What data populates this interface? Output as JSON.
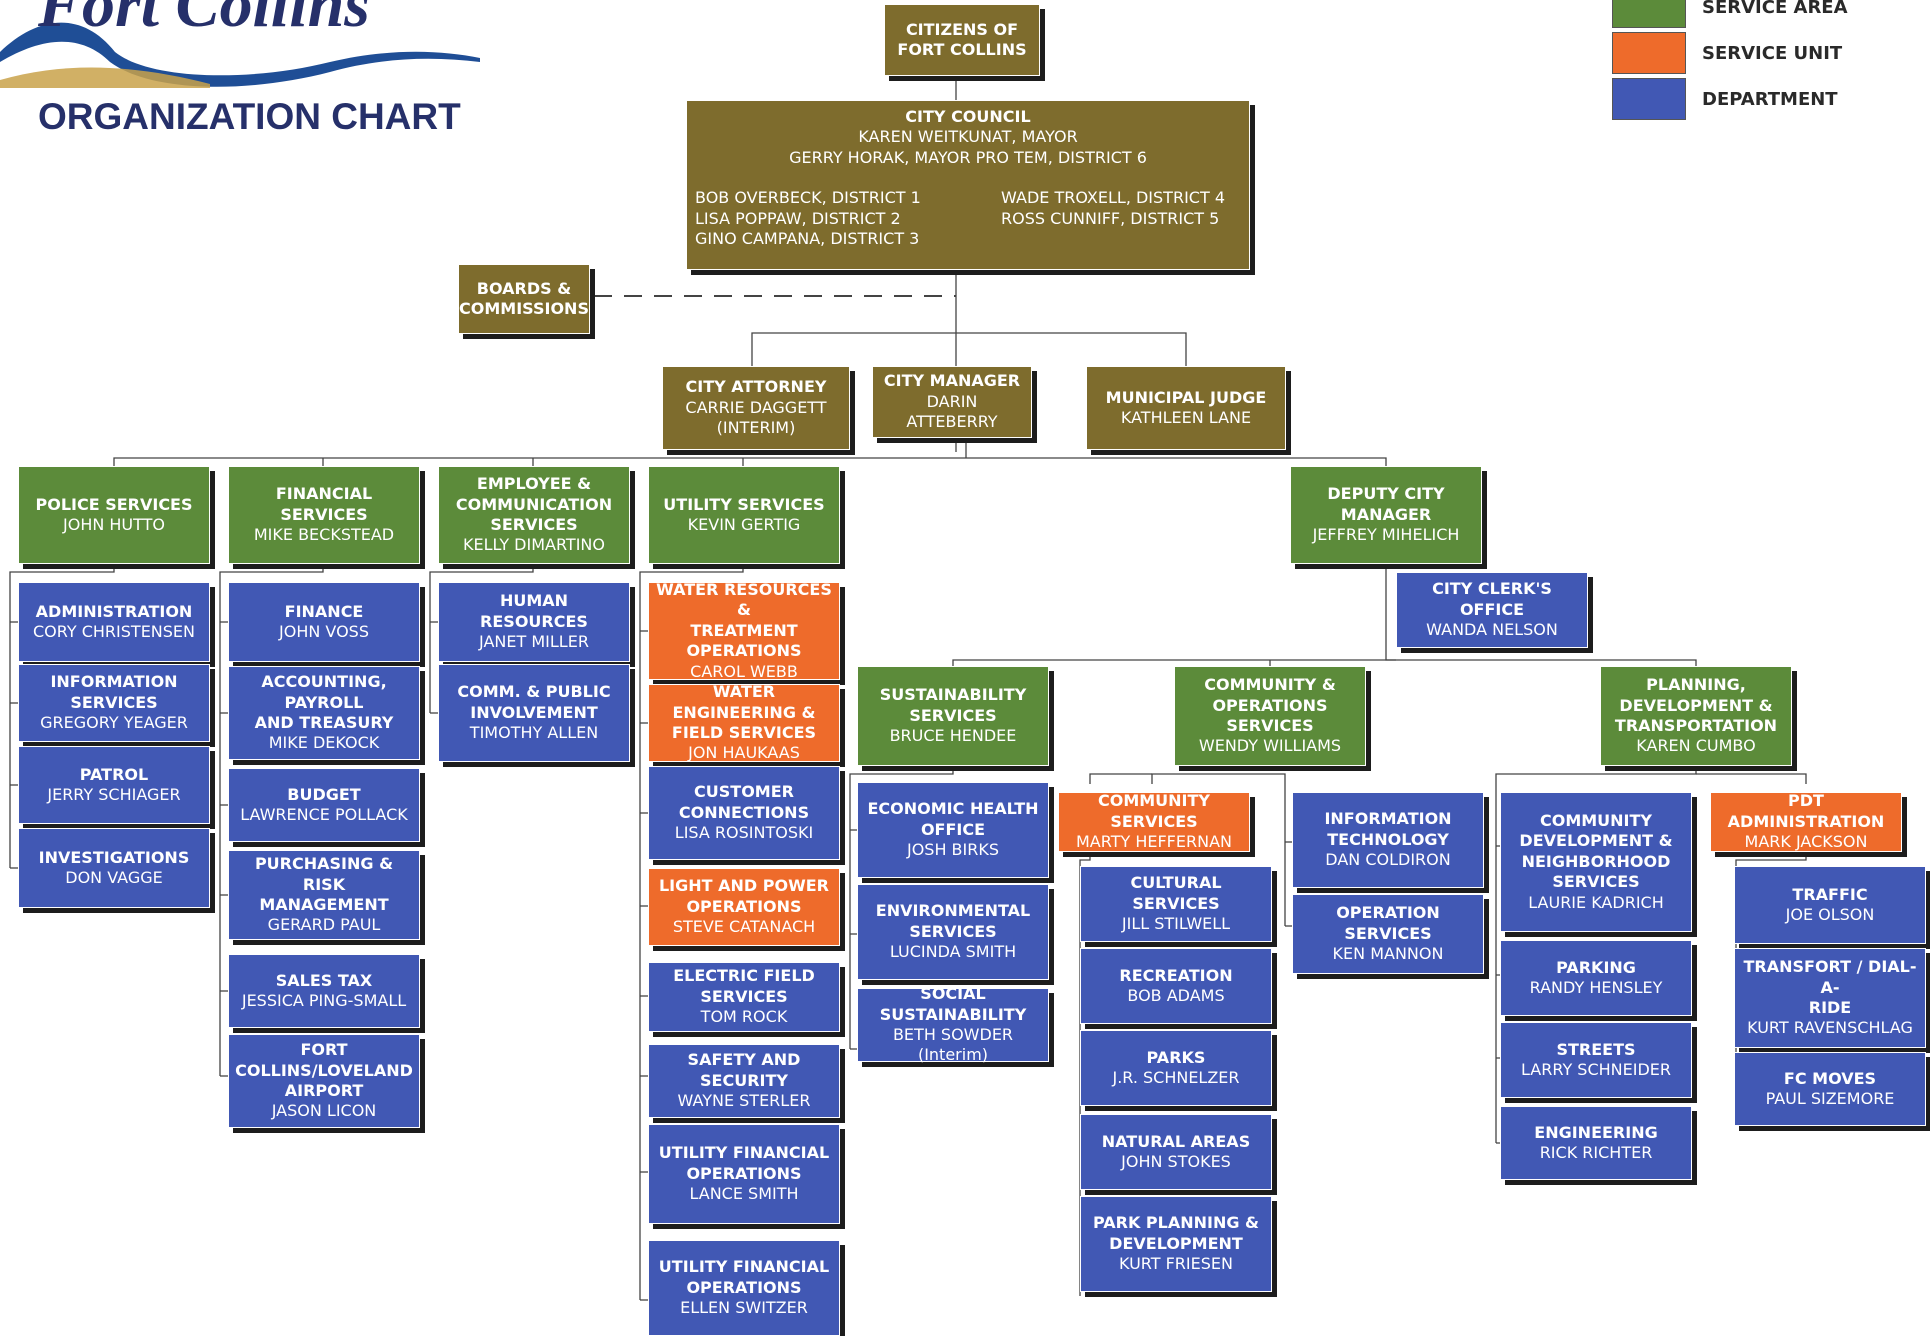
{
  "header": {
    "logo_text": "Fort Collins",
    "title": "ORGANIZATION CHART"
  },
  "legend": [
    {
      "label": "SERVICE AREA",
      "color": "#5c8b3a"
    },
    {
      "label": "SERVICE UNIT",
      "color": "#ee6b2b"
    },
    {
      "label": "DEPARTMENT",
      "color": "#4158b4"
    }
  ],
  "colors": {
    "governance": "#7e6c2d",
    "service_area": "#5c8b3a",
    "service_unit": "#ee6b2b",
    "department": "#4158b4"
  },
  "council": {
    "title": "CITY COUNCIL",
    "mayor": "KAREN WEITKUNAT, MAYOR",
    "pro_tem": "GERRY HORAK, MAYOR PRO TEM, DISTRICT 6",
    "members_left": [
      "BOB OVERBECK, DISTRICT 1",
      "LISA POPPAW, DISTRICT 2",
      "GINO CAMPANA, DISTRICT 3"
    ],
    "members_right": [
      "WADE TROXELL, DISTRICT 4",
      "ROSS CUNNIFF, DISTRICT 5"
    ]
  },
  "nodes": {
    "citizens": {
      "title": [
        "CITIZENS OF",
        "FORT COLLINS"
      ],
      "lines": []
    },
    "boards": {
      "title": [
        "BOARDS &",
        "COMMISSIONS"
      ],
      "lines": []
    },
    "attorney": {
      "title": [
        "CITY ATTORNEY"
      ],
      "lines": [
        "CARRIE DAGGETT",
        "(INTERIM)"
      ]
    },
    "manager": {
      "title": [
        "CITY MANAGER"
      ],
      "lines": [
        "DARIN ATTEBERRY"
      ]
    },
    "judge": {
      "title": [
        "MUNICIPAL JUDGE"
      ],
      "lines": [
        "KATHLEEN LANE"
      ]
    },
    "police": {
      "title": [
        "POLICE SERVICES"
      ],
      "lines": [
        "JOHN HUTTO"
      ]
    },
    "financial": {
      "title": [
        "FINANCIAL SERVICES"
      ],
      "lines": [
        "MIKE BECKSTEAD"
      ]
    },
    "employee": {
      "title": [
        "EMPLOYEE &",
        "COMMUNICATION",
        "SERVICES"
      ],
      "lines": [
        "KELLY DIMARTINO"
      ]
    },
    "utility": {
      "title": [
        "UTILITY SERVICES"
      ],
      "lines": [
        "KEVIN GERTIG"
      ]
    },
    "deputy": {
      "title": [
        "DEPUTY CITY MANAGER"
      ],
      "lines": [
        "JEFFREY MIHELICH"
      ]
    },
    "admin": {
      "title": [
        "ADMINISTRATION"
      ],
      "lines": [
        "CORY CHRISTENSEN"
      ]
    },
    "infoserv": {
      "title": [
        "INFORMATION SERVICES"
      ],
      "lines": [
        "GREGORY YEAGER"
      ]
    },
    "patrol": {
      "title": [
        "PATROL"
      ],
      "lines": [
        "JERRY SCHIAGER"
      ]
    },
    "invest": {
      "title": [
        "INVESTIGATIONS"
      ],
      "lines": [
        "DON VAGGE"
      ]
    },
    "finance": {
      "title": [
        "FINANCE"
      ],
      "lines": [
        "JOHN VOSS"
      ]
    },
    "accounting": {
      "title": [
        "ACCOUNTING, PAYROLL",
        "AND TREASURY"
      ],
      "lines": [
        "MIKE DEKOCK"
      ]
    },
    "budget": {
      "title": [
        "BUDGET"
      ],
      "lines": [
        "LAWRENCE POLLACK"
      ]
    },
    "purchasing": {
      "title": [
        "PURCHASING & RISK",
        "MANAGEMENT"
      ],
      "lines": [
        "GERARD PAUL"
      ]
    },
    "salestax": {
      "title": [
        "SALES TAX"
      ],
      "lines": [
        "JESSICA PING-SMALL"
      ]
    },
    "airport": {
      "title": [
        "FORT COLLINS/LOVELAND",
        "AIRPORT"
      ],
      "lines": [
        "JASON LICON"
      ]
    },
    "hr": {
      "title": [
        "HUMAN RESOURCES"
      ],
      "lines": [
        "JANET MILLER"
      ]
    },
    "comm": {
      "title": [
        "COMM. & PUBLIC",
        "INVOLVEMENT"
      ],
      "lines": [
        "TIMOTHY ALLEN"
      ]
    },
    "water": {
      "title": [
        "WATER RESOURCES &",
        "TREATMENT",
        "OPERATIONS"
      ],
      "lines": [
        "CAROL WEBB"
      ]
    },
    "watereng": {
      "title": [
        "WATER ENGINEERING &",
        "FIELD SERVICES"
      ],
      "lines": [
        "JON HAUKAAS"
      ]
    },
    "customer": {
      "title": [
        "CUSTOMER",
        "CONNECTIONS"
      ],
      "lines": [
        "LISA ROSINTOSKI"
      ]
    },
    "lightpower": {
      "title": [
        "LIGHT AND POWER",
        "OPERATIONS"
      ],
      "lines": [
        "STEVE CATANACH"
      ]
    },
    "electric": {
      "title": [
        "ELECTRIC FIELD SERVICES"
      ],
      "lines": [
        "TOM ROCK"
      ]
    },
    "safety": {
      "title": [
        "SAFETY AND SECURITY"
      ],
      "lines": [
        "WAYNE STERLER"
      ]
    },
    "ufo1": {
      "title": [
        "UTILITY FINANCIAL",
        "OPERATIONS"
      ],
      "lines": [
        "LANCE SMITH"
      ]
    },
    "ufo2": {
      "title": [
        "UTILITY FINANCIAL",
        "OPERATIONS"
      ],
      "lines": [
        "ELLEN SWITZER"
      ]
    },
    "clerk": {
      "title": [
        "CITY CLERK'S OFFICE"
      ],
      "lines": [
        "WANDA NELSON"
      ]
    },
    "sustain": {
      "title": [
        "SUSTAINABILITY",
        "SERVICES"
      ],
      "lines": [
        "BRUCE HENDEE"
      ]
    },
    "commops": {
      "title": [
        "COMMUNITY &",
        "OPERATIONS SERVICES"
      ],
      "lines": [
        "WENDY WILLIAMS"
      ]
    },
    "planning": {
      "title": [
        "PLANNING,",
        "DEVELOPMENT &",
        "TRANSPORTATION"
      ],
      "lines": [
        "KAREN CUMBO"
      ]
    },
    "econ": {
      "title": [
        "ECONOMIC HEALTH",
        "OFFICE"
      ],
      "lines": [
        "JOSH BIRKS"
      ]
    },
    "env": {
      "title": [
        "ENVIRONMENTAL",
        "SERVICES"
      ],
      "lines": [
        "LUCINDA SMITH"
      ]
    },
    "social": {
      "title": [
        "SOCIAL SUSTAINABILITY"
      ],
      "lines": [
        "BETH SOWDER",
        "(Interim)"
      ]
    },
    "commserv": {
      "title": [
        "COMMUNITY SERVICES"
      ],
      "lines": [
        "MARTY HEFFERNAN"
      ]
    },
    "infotech": {
      "title": [
        "INFORMATION",
        "TECHNOLOGY"
      ],
      "lines": [
        "DAN COLDIRON"
      ]
    },
    "opserv": {
      "title": [
        "OPERATION SERVICES"
      ],
      "lines": [
        "KEN MANNON"
      ]
    },
    "cultural": {
      "title": [
        "CULTURAL SERVICES"
      ],
      "lines": [
        "JILL STILWELL"
      ]
    },
    "recreation": {
      "title": [
        "RECREATION"
      ],
      "lines": [
        "BOB ADAMS"
      ]
    },
    "parks": {
      "title": [
        "PARKS"
      ],
      "lines": [
        "J.R. SCHNELZER"
      ]
    },
    "natural": {
      "title": [
        "NATURAL AREAS"
      ],
      "lines": [
        "JOHN STOKES"
      ]
    },
    "parkplan": {
      "title": [
        "PARK PLANNING &",
        "DEVELOPMENT"
      ],
      "lines": [
        "KURT FRIESEN"
      ]
    },
    "cdns": {
      "title": [
        "COMMUNITY",
        "DEVELOPMENT &",
        "NEIGHBORHOOD",
        "SERVICES"
      ],
      "lines": [
        "LAURIE KADRICH"
      ]
    },
    "parking": {
      "title": [
        "PARKING"
      ],
      "lines": [
        "RANDY HENSLEY"
      ]
    },
    "streets": {
      "title": [
        "STREETS"
      ],
      "lines": [
        "LARRY SCHNEIDER"
      ]
    },
    "engineering": {
      "title": [
        "ENGINEERING"
      ],
      "lines": [
        "RICK RICHTER"
      ]
    },
    "pdtadmin": {
      "title": [
        "PDT ADMINISTRATION"
      ],
      "lines": [
        "MARK JACKSON"
      ]
    },
    "traffic": {
      "title": [
        "TRAFFIC"
      ],
      "lines": [
        "JOE OLSON"
      ]
    },
    "transfort": {
      "title": [
        "TRANSFORT / DIAL-A-",
        "RIDE"
      ],
      "lines": [
        "KURT RAVENSCHLAG"
      ]
    },
    "fcmoves": {
      "title": [
        "FC MOVES"
      ],
      "lines": [
        "PAUL SIZEMORE"
      ]
    }
  }
}
